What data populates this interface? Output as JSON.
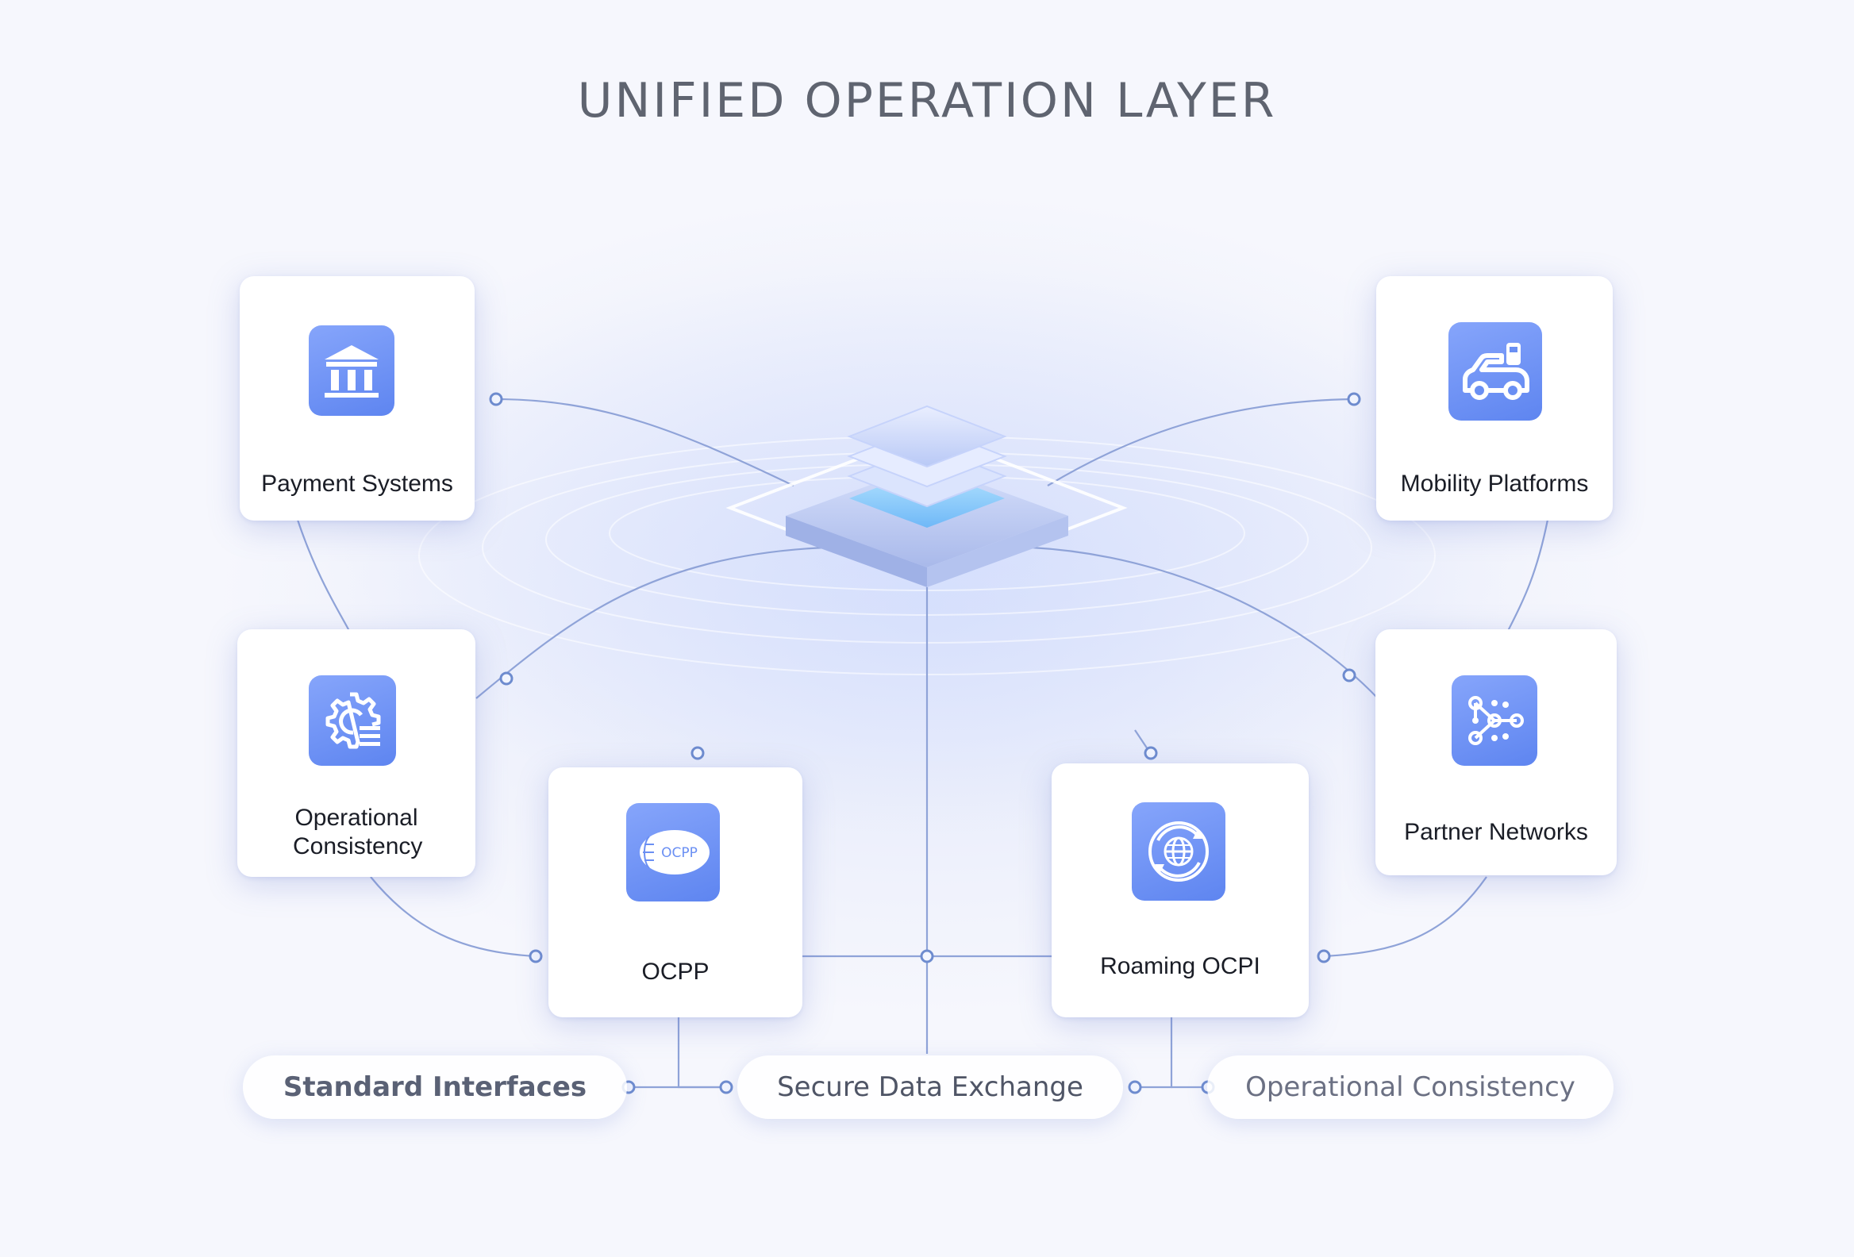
{
  "title": "UNIFIED OPERATION LAYER",
  "nodes": {
    "payment": "Payment Systems",
    "mobility": "Mobility Platforms",
    "operational": "Operational Consistency",
    "partner": "Partner Networks",
    "ocpp": "OCPP",
    "roaming": "Roaming OCPI"
  },
  "ocpp_logo_text": "OCPP",
  "pills": {
    "left": "Standard Interfaces",
    "center": "Secure Data Exchange",
    "right": "Operational Consistency"
  },
  "colors": {
    "accent": "#6a8ff3",
    "line": "#8fa3d8",
    "title": "#5f6470"
  },
  "icons": {
    "payment": "bank-icon",
    "mobility": "car-charging-icon",
    "operational": "gear-list-icon",
    "partner": "network-nodes-icon",
    "ocpp": "ocpp-logo-icon",
    "roaming": "globe-sync-icon",
    "center": "stacked-layers-icon"
  }
}
